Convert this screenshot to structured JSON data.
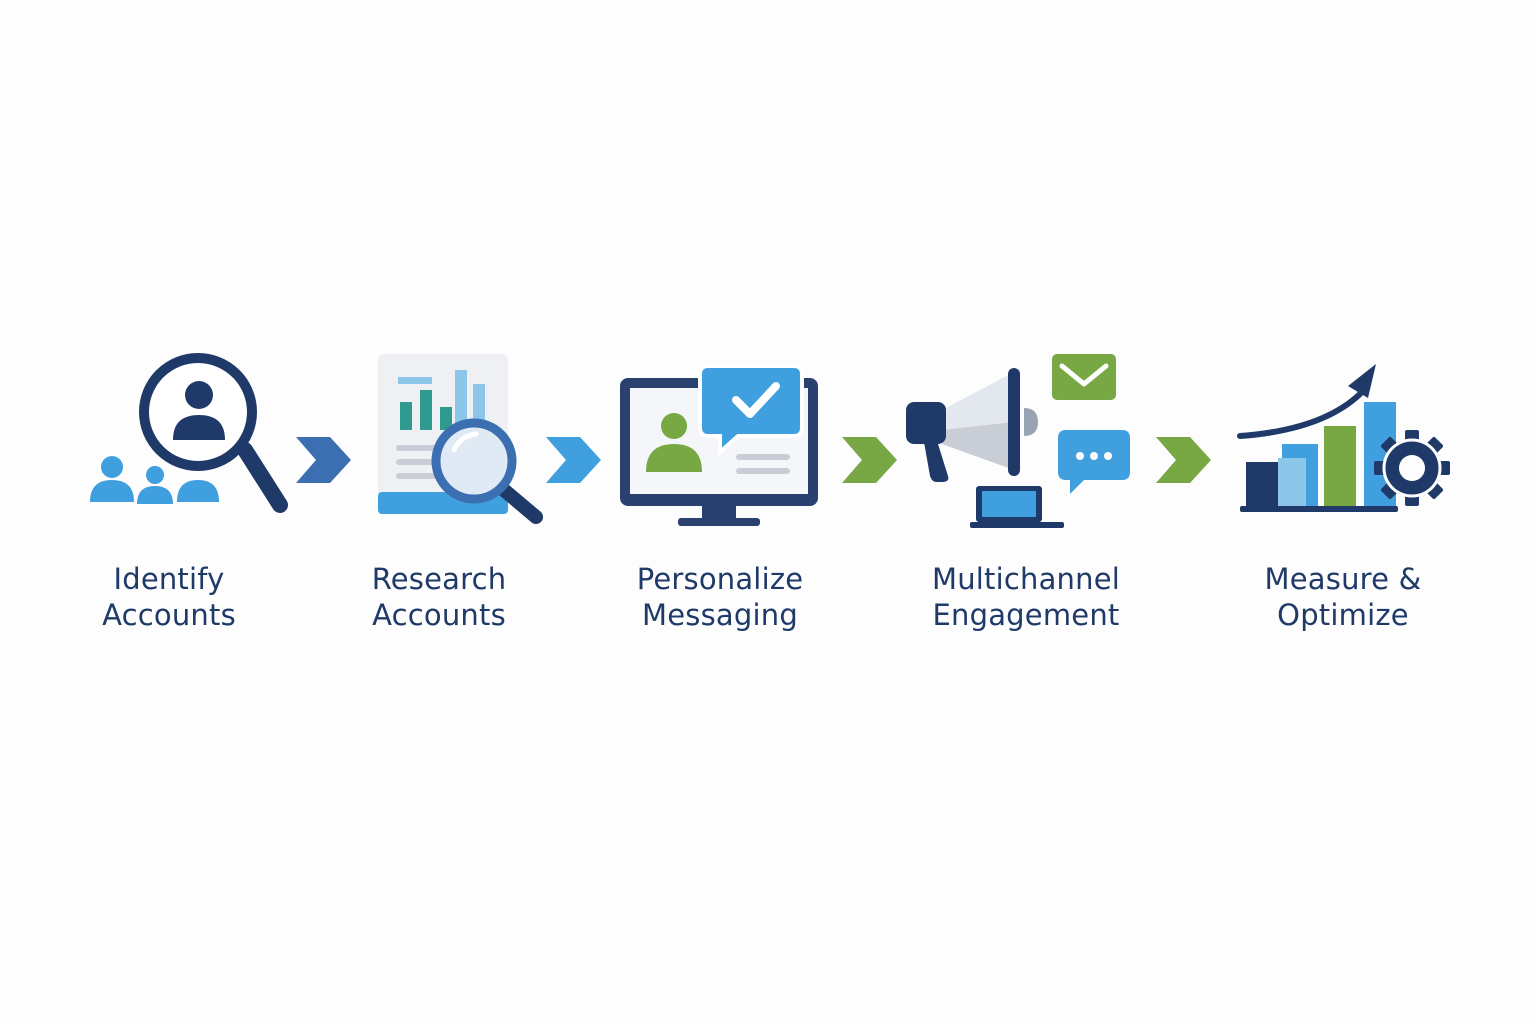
{
  "colors": {
    "navy": "#1f3a68",
    "blue": "#3f9fdf",
    "light_blue": "#8cc6e8",
    "teal": "#2f9a8f",
    "green": "#77a843",
    "gray": "#c9ced6",
    "background": "#fdfdfd"
  },
  "steps": [
    {
      "line1": "Identify",
      "line2": "Accounts",
      "icon": "people-magnifier-icon"
    },
    {
      "line1": "Research",
      "line2": "Accounts",
      "icon": "report-magnifier-icon"
    },
    {
      "line1": "Personalize",
      "line2": "Messaging",
      "icon": "monitor-message-icon"
    },
    {
      "line1": "Multichannel",
      "line2": "Engagement",
      "icon": "megaphone-channels-icon"
    },
    {
      "line1": "Measure &",
      "line2": "Optimize",
      "icon": "growth-chart-gear-icon"
    }
  ],
  "arrows": [
    {
      "color": "#3c6fb1",
      "icon": "chevron-right-icon"
    },
    {
      "color": "#3f9fdf",
      "icon": "chevron-right-icon"
    },
    {
      "color": "#77a843",
      "icon": "chevron-right-icon"
    },
    {
      "color": "#77a843",
      "icon": "chevron-right-icon"
    }
  ]
}
